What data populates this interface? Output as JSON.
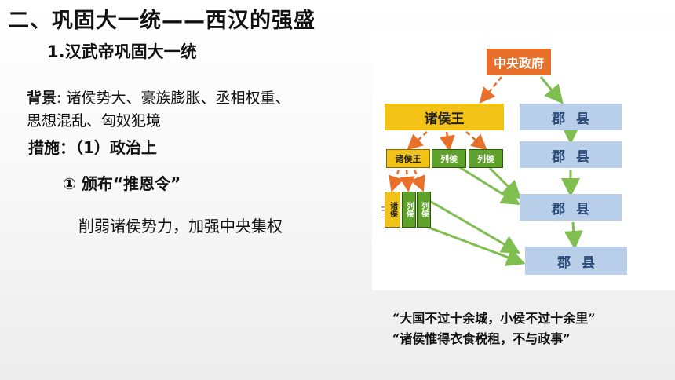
{
  "title": "二、巩固大一统——西汉的强盛",
  "subtitle": "1.汉武帝巩固大一统",
  "background": {
    "label": "背景",
    "line1": ": 诸侯势大、豪族膨胀、丞相权重、",
    "line2": "思想混乱、匈奴犯境"
  },
  "measure": "措施：（1）政治上",
  "policy": "①  颁布“推恩令”",
  "effect": "削弱诸侯势力，加强中央集权",
  "diagram": {
    "central": "中央政府",
    "prince": "诸侯王",
    "prince_small": "诸侯",
    "marquis": "列侯",
    "county": "郡县",
    "side_mark": "王",
    "colors": {
      "central": "#e8702a",
      "prince": "#f2c216",
      "marquis": "#5fa22a",
      "county": "#b9cfe9",
      "arrow_green": "#7fbf4f",
      "arrow_orange": "#e8702a"
    }
  },
  "quotes": {
    "q1": "“大国不过十余城，小侯不过十余里”",
    "q2": "“诸侯惟得衣食税租，不与政事”"
  }
}
